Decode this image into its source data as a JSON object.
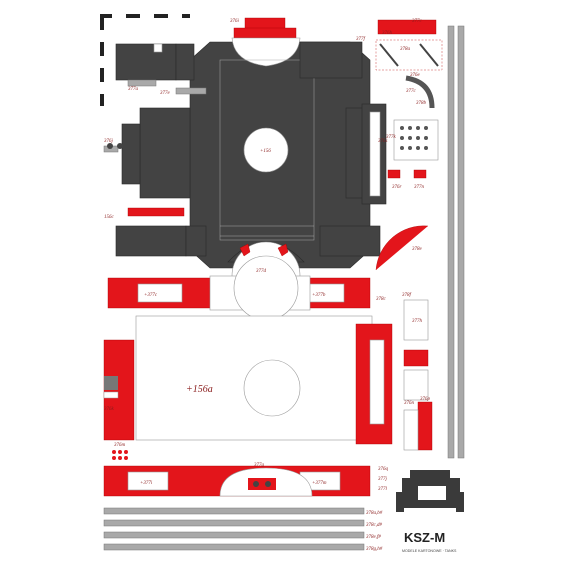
{
  "sheet": {
    "labels": {
      "l_376i": "376i",
      "l_376h": "376h",
      "l_377c": "377c",
      "l_378a": "378a",
      "l_376e": "376e",
      "l_377c_a": "377c",
      "l_378b": "378b",
      "l_156b": "+156",
      "l_376j": "376j",
      "l_377a": "377a",
      "l_377e": "377e",
      "l_156c": "156c",
      "l_156a": "+156a",
      "l_376k": "376k",
      "l_377c_b": "+377c",
      "l_377b": "+377b",
      "l_377d": "377d",
      "l_377f": "377f",
      "l_377k": "377k",
      "l_376r": "376r",
      "l_377n": "377n",
      "l_378e": "378e",
      "l_378f": "378f",
      "l_377h": "377h",
      "l_376n": "376n",
      "l_376p": "376p",
      "l_377g": "377g",
      "l_377i": "+377i",
      "l_377m": "+377m",
      "l_376m": "376m",
      "l_376q": "376q",
      "l_377j": "377j",
      "l_377l": "377l",
      "l_378c": "378c",
      "l_376s": "376s",
      "l_rail_a": "378a,b#",
      "l_rail_b": "378c,d#",
      "l_rail_c": "378e,f#",
      "l_rail_d": "378g,h#"
    },
    "logo": {
      "brand": "KSZ-M",
      "tagline": "MODELE KARTONOWE · TANKS"
    },
    "colors": {
      "dark": "#434343",
      "red": "#e3151b",
      "grey": "#a9a9a9"
    }
  }
}
